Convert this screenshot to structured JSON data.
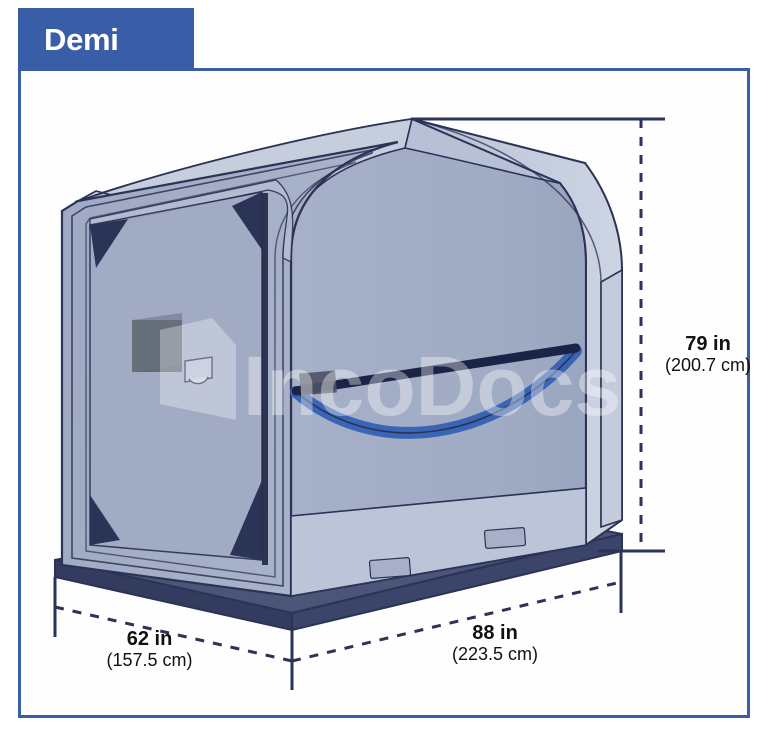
{
  "page": {
    "title": "Demi",
    "background_color": "#ffffff",
    "frame_color": "#3a5da8",
    "watermark": "IncoDocs"
  },
  "illustration": {
    "subject": "demi-container-3d-isometric",
    "description": "Air cargo demi container with curved roof on a pallet base",
    "colors": {
      "body_panel": "#a3aec6",
      "body_panel_light": "#c3cbdd",
      "body_panel_dark": "#9aa5bf",
      "roof_panel": "#b0b9cf",
      "outline": "#2b3356",
      "pallet_base": "#404a6e",
      "pallet_base_dark": "#333c5e",
      "gusset": "#2b3356",
      "strap_blue": "#3a64b5",
      "door_plate": "#5f6672"
    }
  },
  "dimensions": {
    "height": {
      "primary": "79 in",
      "secondary": "(200.7 cm)"
    },
    "depth": {
      "primary": "62 in",
      "secondary": "(157.5 cm)"
    },
    "length": {
      "primary": "88 in",
      "secondary": "(223.5 cm)"
    }
  }
}
